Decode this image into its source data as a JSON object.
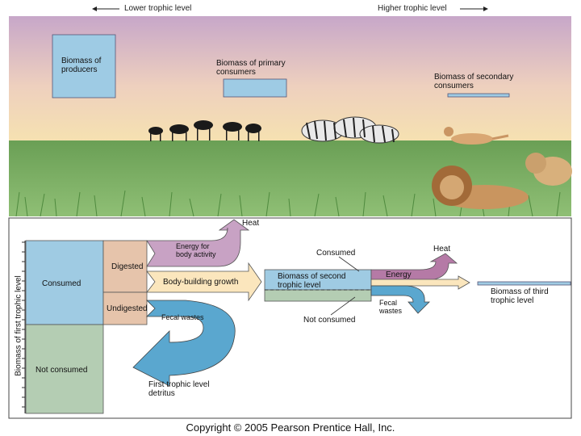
{
  "header": {
    "lower_label": "Lower trophic level",
    "higher_label": "Higher trophic level"
  },
  "top_panel": {
    "producers_label": "Biomass of producers",
    "primary_label": "Biomass of primary consumers",
    "secondary_label": "Biomass of secondary consumers"
  },
  "bottom_panel": {
    "axis_label": "Biomass of first trophic level",
    "consumed": "Consumed",
    "not_consumed": "Not consumed",
    "digested": "Digested",
    "undigested": "Undigested",
    "energy_body_activity": "Energy for body activity",
    "heat_1": "Heat",
    "body_building": "Body-building growth",
    "fecal_wastes_1": "Fecal wastes",
    "first_level_detritus": "First trophic level detritus",
    "consumed_2": "Consumed",
    "second_level_label": "Biomass of second trophic level",
    "not_consumed_2": "Not consumed",
    "heat_2": "Heat",
    "energy": "Energy",
    "fecal_wastes_2": "Fecal wastes",
    "third_level_label": "Biomass of third trophic level"
  },
  "footer": {
    "copyright": "Copyright © 2005 Pearson Prentice Hall, Inc."
  },
  "colors": {
    "sky_top": "#c9a8c8",
    "sky_bottom": "#f4dcb4",
    "grass": "#6fa55a",
    "consumed_fill": "#9ecbe2",
    "not_consumed_fill": "#b3cdb3",
    "digest_fill": "#e8c6ad",
    "energy_arrow": "#c8a2c2",
    "growth_arrow": "#fbe7be",
    "fecal_arrow": "#5aa7cf"
  }
}
